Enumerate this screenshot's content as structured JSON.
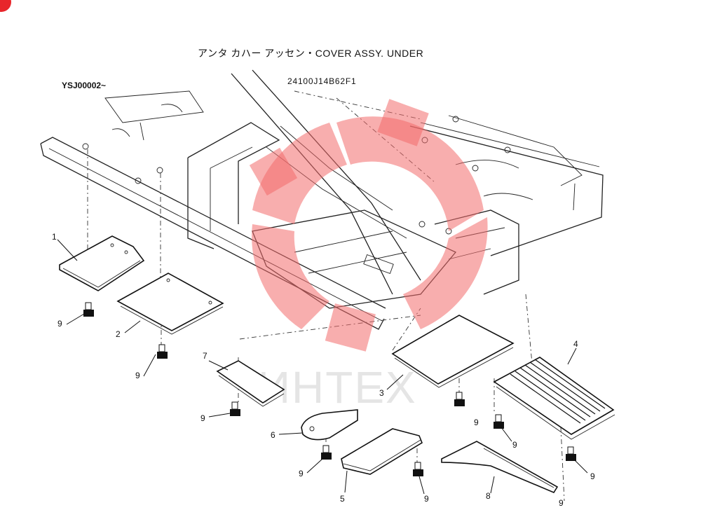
{
  "title": "アンタ カハー アッセン・COVER ASSY. UNDER",
  "drawing_code": "24100J14B62F1",
  "serial_range": "YSJ00002~",
  "watermark_text": "ИНТЕХ",
  "colors": {
    "line": "#111111",
    "watermark_red": "#f26b6b",
    "watermark_gray": "#cfcfcf",
    "badge": "#e8262b"
  },
  "callouts": {
    "p1": "1",
    "p2": "2",
    "p3": "3",
    "p4": "4",
    "p5": "5",
    "p6": "6",
    "p7": "7",
    "p8": "8",
    "b1": "9",
    "b2": "9",
    "b3": "9",
    "b4": "9",
    "b5": "9",
    "b6": "9",
    "b7": "9",
    "b8": "9",
    "b9": "9"
  }
}
